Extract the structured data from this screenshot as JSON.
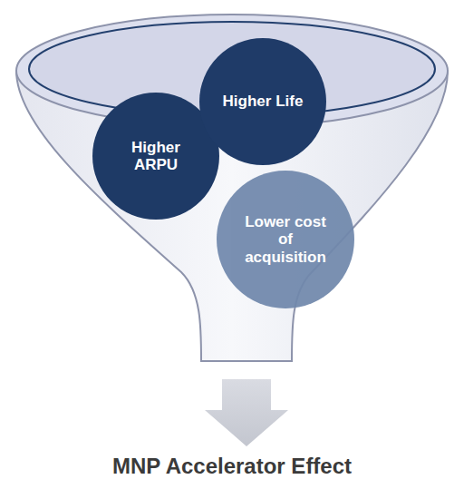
{
  "diagram": {
    "caption": "MNP Accelerator Effect",
    "nodes": [
      {
        "text": [
          "Higher ARPU"
        ]
      },
      {
        "text": [
          "Higher Life"
        ]
      },
      {
        "text": [
          "Lower cost of acquisition"
        ]
      }
    ]
  }
}
